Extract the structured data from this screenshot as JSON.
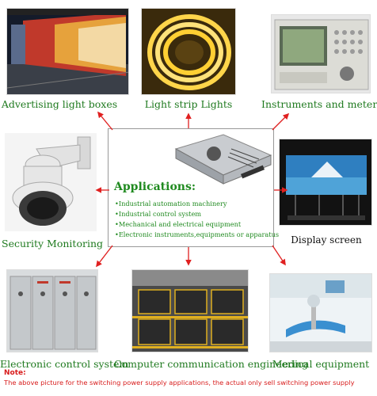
{
  "captions": {
    "advertising": "Advertising light boxes",
    "light_strip": "Light strip Lights",
    "instruments": "Instruments and meters",
    "security": "Security Monitoring",
    "display": "Display screen",
    "electronic_control": "Electronic control system",
    "computer_comm": "Computer communication engineering",
    "medical": "Medical equipment"
  },
  "applications": {
    "title": "Applications:",
    "items": [
      "•Industrial automation machinery",
      "•Industrial control system",
      "•Mechanical and electrical equipment",
      "•Electronic instruments,equipments or apparatus"
    ]
  },
  "note": {
    "label": "Note:",
    "text": "The above picture for the switching power supply applications, the actual only sell switching power supply"
  },
  "colors": {
    "caption_green": "#1f7a1f",
    "arrow_red": "#e02020",
    "note_red": "#d81b1b"
  }
}
